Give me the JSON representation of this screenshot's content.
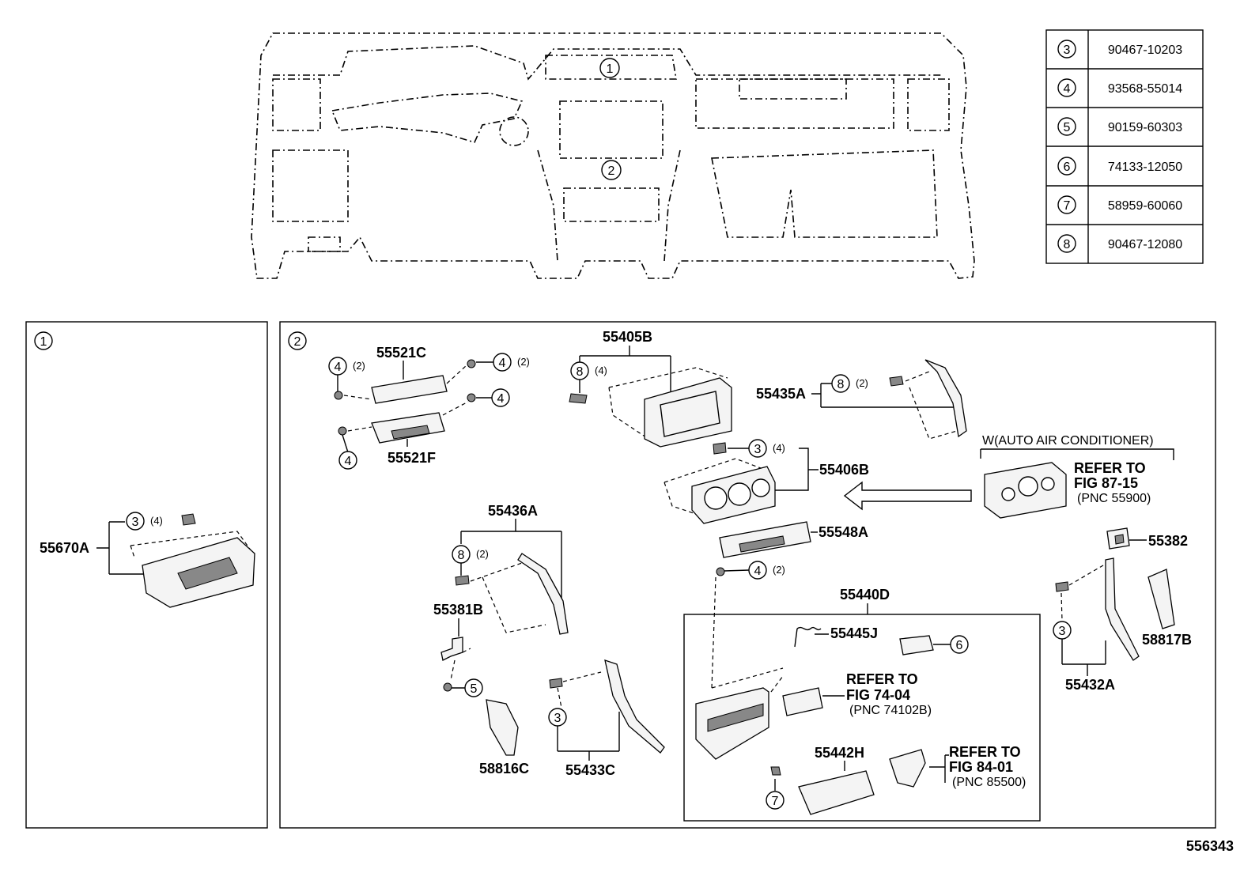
{
  "fastener_table": [
    {
      "ref": "3",
      "part_no": "90467-10203"
    },
    {
      "ref": "4",
      "part_no": "93568-55014"
    },
    {
      "ref": "5",
      "part_no": "90159-60303"
    },
    {
      "ref": "6",
      "part_no": "74133-12050"
    },
    {
      "ref": "7",
      "part_no": "58959-60060"
    },
    {
      "ref": "8",
      "part_no": "90467-12080"
    }
  ],
  "overview": {
    "ref_1": "1",
    "ref_2": "2"
  },
  "panel_1": {
    "ref": "1",
    "parts": {
      "p55670A": "55670A"
    },
    "callouts": {
      "ref": "3",
      "qty": "(4)"
    }
  },
  "panel_2": {
    "ref": "2",
    "parts": {
      "p55521C": "55521C",
      "p55521F": "55521F",
      "p55405B": "55405B",
      "p55435A": "55435A",
      "p55406B": "55406B",
      "p55548A": "55548A",
      "p55436A": "55436A",
      "p55381B": "55381B",
      "p58816C": "58816C",
      "p55433C": "55433C",
      "p55440D": "55440D",
      "p55445J": "55445J",
      "p55442H": "55442H",
      "p55382": "55382",
      "p58817B": "58817B",
      "p55432A": "55432A"
    },
    "callouts": {
      "c4a": "4",
      "c4a_qty": "(2)",
      "c4b": "4",
      "c4b_qty": "(2)",
      "c4c": "4",
      "c4d": "4",
      "c8a": "8",
      "c8a_qty": "(4)",
      "c8b": "8",
      "c8b_qty": "(2)",
      "c3a": "3",
      "c3a_qty": "(4)",
      "c8c": "8",
      "c8c_qty": "(2)",
      "c4e": "4",
      "c4e_qty": "(2)",
      "c5": "5",
      "c3b": "3",
      "c6": "6",
      "c7": "7",
      "c3c": "3"
    },
    "auto_ac": {
      "heading": "W(AUTO AIR CONDITIONER)",
      "line1": "REFER TO",
      "line2": "FIG 87-15",
      "line3": "(PNC 55900)"
    },
    "ref_74": {
      "line1": "REFER TO",
      "line2": "FIG 74-04",
      "line3": "(PNC 74102B)"
    },
    "ref_84": {
      "line1": "REFER TO",
      "line2": "FIG 84-01",
      "line3": "(PNC 85500)"
    }
  },
  "figure_number": "556343"
}
